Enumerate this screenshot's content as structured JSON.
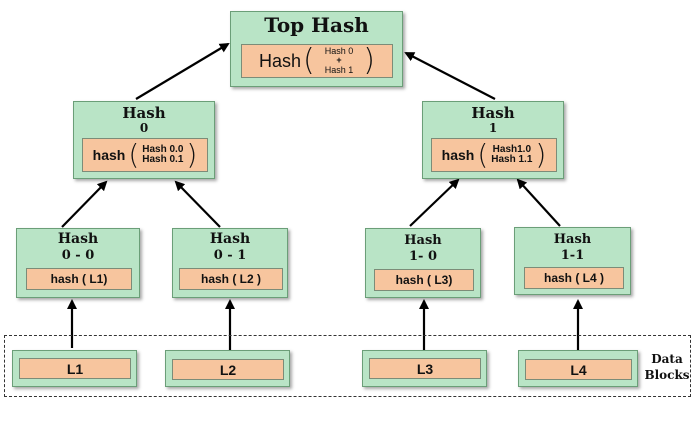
{
  "top": {
    "title": "Top Hash",
    "fn": "Hash",
    "line1": "Hash 0",
    "plus": "+",
    "line2": "Hash 1"
  },
  "h0": {
    "title1": "Hash",
    "title2": "0",
    "fn": "hash",
    "line1": "Hash 0.0",
    "line2": "Hash 0.1"
  },
  "h1": {
    "title1": "Hash",
    "title2": "1",
    "fn": "hash",
    "line1": "Hash1.0",
    "line2": "Hash 1.1"
  },
  "leaves": [
    {
      "title1": "Hash",
      "title2": "0 - 0",
      "content": "hash ( L1)"
    },
    {
      "title1": "Hash",
      "title2": "0 - 1",
      "content": "hash ( L2 )"
    },
    {
      "title1": "Hash",
      "title2": "1- 0",
      "content": "hash ( L3)"
    },
    {
      "title1": "Hash",
      "title2": "1-1",
      "content": "hash ( L4 )"
    }
  ],
  "blocks": [
    "L1",
    "L2",
    "L3",
    "L4"
  ],
  "data_blocks_label": {
    "line1": "Data",
    "line2": "Blocks"
  },
  "colors": {
    "node_fill": "#b9e4c6",
    "inner_fill": "#f7c59e",
    "arrow": "#000000"
  }
}
